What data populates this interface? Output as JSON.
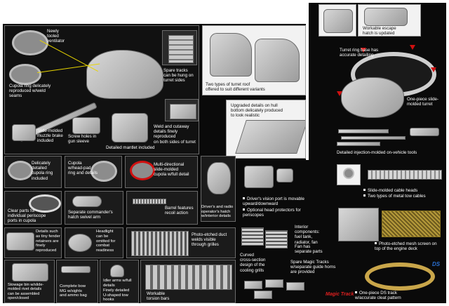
{
  "captions": {
    "ventilator": "Newly\ntooled\nventilator",
    "cupola_ring": "Cupola ring delicately\nreproduced w/weld\nseams",
    "spare_tracks": "Spare tracks\ncan be hung on\nturret sides",
    "muzzle_brake": "Slide-molded\nmuzzle brake\nincluded",
    "screw_holes": "Screw holes in\ngun sleeve",
    "mantlet": "Detailed mantlet included",
    "weld_cutaway": "Weld and cutaway\ndetails finely reproduced\non both sides of turret",
    "turret_roof": "Two types of turret roof\noffered to suit different variants",
    "escape_hatch": "Workable escape\nhatch is updated",
    "turret_ring": "Turret ring base has\naccurate detailing",
    "one_piece_turret": "One-piece slide-\nmolded turret",
    "hull_bottom": "Upgraded details on hull\nbottom delicately produced\nto look realistic",
    "vehicle_tools": "Detailed injection-molded on-vehicle tools",
    "cupola_detail": "Delicately\ndetailed\ncupola ring\nincluded",
    "cupola_hatch": "Cupola\nw/head-pad\nring and details",
    "multi_cupola": "Multi-directional\nslide-molded\ncupola w/full detail",
    "drivers_radio": "Driver's and radio\noperator's hatch\nw/interior details",
    "clear_parts": "Clear parts for\nindividual periscope\nports in cupola",
    "swivel_arm": "Separate commander's\nhatch swivel arm",
    "barrel_recoil": "Barrel features\nrecoil action",
    "vision_port": "Driver's vision port is movable\nupward/downward",
    "head_protectors": "Optional head protectors for\nperiscopes",
    "cable_heads": "Slide-molded cable heads",
    "tow_cables": "Two types of metal tow cables",
    "fender_retainers": "Details such\nas tiny fender\nretainers are\nfinely\nreproduced",
    "headlight": "Headlight\ncan be\nomitted for\ncombat\nreadiness",
    "duct_welds": "Photo-etched duct\nwelds visible\nthrough grilles",
    "curved_grills": "Curved\ncross-section\ndesign of the\ncooling grills",
    "interior": "Interior\ncomponents:\nfuel tank,\nradiator, fan",
    "fan_parts": "Fan has\nseparate parts",
    "mesh_screen": "Photo-etched mesh screen on\ntop of the engine deck",
    "stowage_bin": "Stowage bin w/slide-\nmolded rivet details\ncan be assembled\nopen/closed",
    "bow_mg": "Complete bow\nMG w/sights\nand ammo bag",
    "idler_arms": "Idler arms w/full\ndetails",
    "tow_hooks": "Finely detailed\nU-shaped tow\nhooks",
    "torsion_bars": "Workable\ntorsion bars",
    "magic_tracks": "Spare Magic Tracks\nw/separate guide horns\nare provided",
    "ds_track": "One-piece DS track\nw/accurate cleat pattern",
    "magic_logo": "Magic Track",
    "ds_logo": "DS"
  },
  "colors": {
    "background": "#0a0a0a",
    "panel": "#1b1b1b",
    "leader": "#e7d400",
    "arrow": "#d01010",
    "plastic": "#b8b8b8"
  },
  "icons": [
    "bullet-square-icon",
    "leader-line-icon",
    "red-arrow-icon"
  ]
}
